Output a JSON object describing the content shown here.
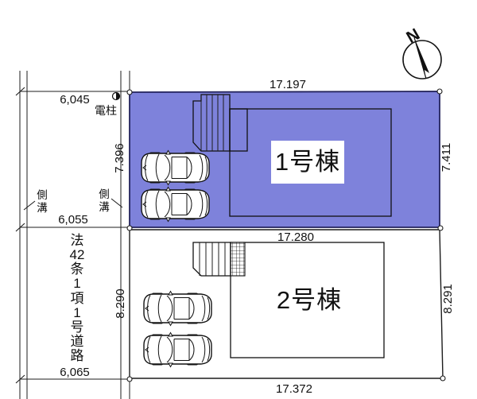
{
  "compass": {
    "north_label": "N"
  },
  "colors": {
    "lot1_fill": "#7E82DB",
    "lot1_border": "#23235C",
    "line": "#1c1c1c",
    "building_line": "#111111"
  },
  "road": {
    "name_chars": [
      "法",
      "42",
      "条",
      "1",
      "項",
      "1",
      "号",
      "道",
      "路"
    ],
    "width_top": "6,045",
    "width_middle": "6,055",
    "width_bottom": "6,065",
    "gutter_left_chars": [
      "側",
      "溝"
    ],
    "gutter_right_chars": [
      "側",
      "溝"
    ],
    "utility_pole_label": "電柱"
  },
  "lot1": {
    "building_label": "1号棟",
    "dim_top": "17.197",
    "dim_left": "7.396",
    "dim_right": "7.411"
  },
  "lot2": {
    "building_label": "2号棟",
    "dim_top": "17.280",
    "dim_left": "8.290",
    "dim_right": "8.291",
    "dim_bottom": "17.372"
  }
}
